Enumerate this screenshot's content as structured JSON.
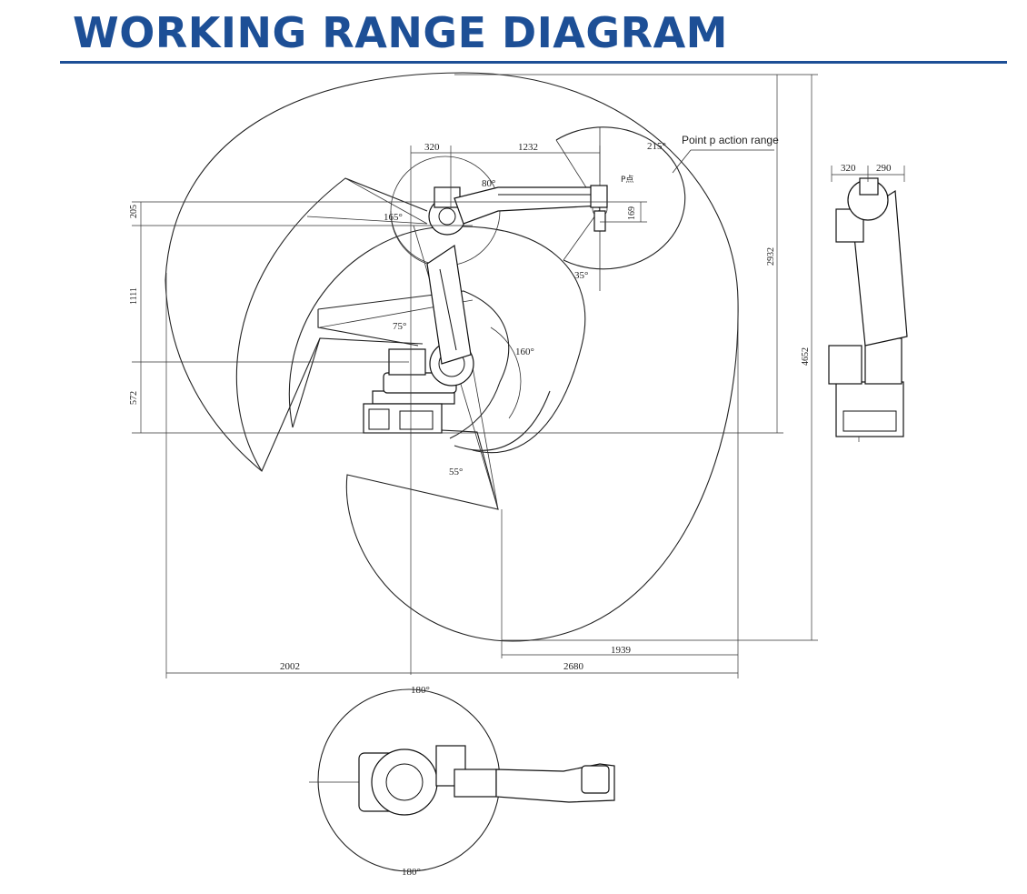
{
  "title": "WORKING RANGE DIAGRAM",
  "colors": {
    "title": "#1d4f96",
    "rule": "#1d4f96",
    "lines": "#222222"
  },
  "labels": {
    "point_p_action_range": "Point p action range",
    "point_p": "P点"
  },
  "dimensions": {
    "d320_side": "320",
    "d1232": "1232",
    "d205": "205",
    "d1111": "1111",
    "d572": "572",
    "d169": "169",
    "d2932": "2932",
    "d4652": "4652",
    "d1939": "1939",
    "d2002": "2002",
    "d2680": "2680",
    "d320_rear": "320",
    "d290_rear": "290"
  },
  "angles": {
    "a80": "80°",
    "a165": "165°",
    "a215": "215°",
    "a35": "35°",
    "a75": "75°",
    "a160": "160°",
    "a55": "55°",
    "a180_top": "180°",
    "a180_bottom": "180°"
  }
}
